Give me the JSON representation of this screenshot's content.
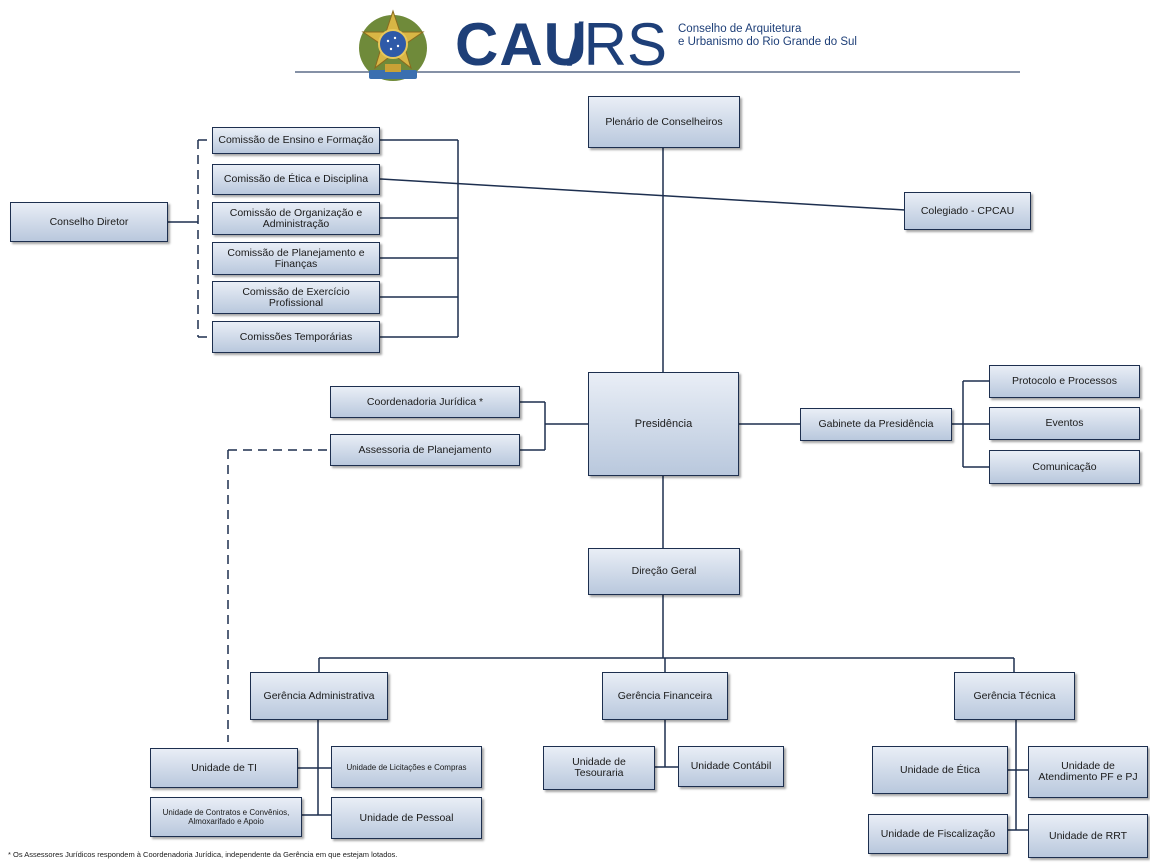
{
  "header": {
    "brand_cau": "CAU",
    "brand_rs": "/RS",
    "subtitle_line1": "Conselho de Arquitetura",
    "subtitle_line2": "e Urbanismo do Rio Grande do Sul"
  },
  "nodes": {
    "plenario": "Plenário de Conselheiros",
    "conselho_diretor": "Conselho Diretor",
    "comissao_ensino": "Comissão de Ensino e Formação",
    "comissao_etica": "Comissão de Ética e Disciplina",
    "comissao_organizacao": "Comissão de Organização e Administração",
    "comissao_planejamento": "Comissão de Planejamento e Finanças",
    "comissao_exercicio": "Comissão de Exercício Profissional",
    "comissoes_temporarias": "Comissões Temporárias",
    "colegiado": "Colegiado - CPCAU",
    "coordenadoria_juridica": "Coordenadoria Jurídica *",
    "assessoria_planejamento": "Assessoria de Planejamento",
    "presidencia": "Presidência",
    "gabinete": "Gabinete da Presidência",
    "protocolo": "Protocolo e Processos",
    "eventos": "Eventos",
    "comunicacao": "Comunicação",
    "direcao_geral": "Direção Geral",
    "gerencia_administrativa": "Gerência Administrativa",
    "gerencia_financeira": "Gerência Financeira",
    "gerencia_tecnica": "Gerência Técnica",
    "unidade_ti": "Unidade de TI",
    "unidade_licitacoes": "Unidade de Licitações e Compras",
    "unidade_contratos": "Unidade de Contratos e Convênios, Almoxarifado e Apoio",
    "unidade_pessoal": "Unidade de Pessoal",
    "unidade_tesouraria": "Unidade de Tesouraria",
    "unidade_contabil": "Unidade Contábil",
    "unidade_etica": "Unidade de Ética",
    "unidade_atendimento": "Unidade de Atendimento PF e PJ",
    "unidade_fiscalizacao": "Unidade de Fiscalização",
    "unidade_rrt": "Unidade de RRT"
  },
  "footnote": "* Os Assessores Jurídicos respondem à Coordenadoria Jurídica, independente da Gerência em que estejam lotados.",
  "colors": {
    "brand_blue": "#1e3f78",
    "box_border": "#1d2f4f",
    "box_fill_top": "#e9eef6",
    "box_fill_bottom": "#b9c8dd",
    "line": "#1d2f4f"
  },
  "icons": [
    "coat-of-arms-icon"
  ]
}
